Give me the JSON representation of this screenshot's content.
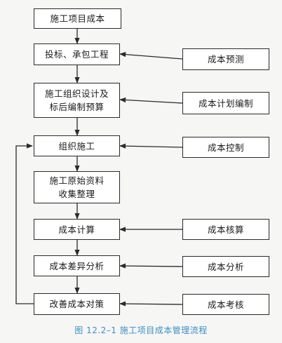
{
  "main_steps": [
    "施工项目成本",
    "投标、承包工程",
    "施工组织设计及\n标后编制预算",
    "组织施工",
    "施工原始资料\n收集整理",
    "成本计算",
    "成本差异分析",
    "改善成本对策"
  ],
  "side_steps": [
    "成本预测",
    "成本计划编制",
    "成本控制",
    "成本核算",
    "成本分析",
    "成本考核"
  ],
  "caption": "图 12.2–1   施工项目成本管理流程",
  "colors": {
    "line": "#2a2a2a",
    "caption": "#3b8fc7"
  }
}
